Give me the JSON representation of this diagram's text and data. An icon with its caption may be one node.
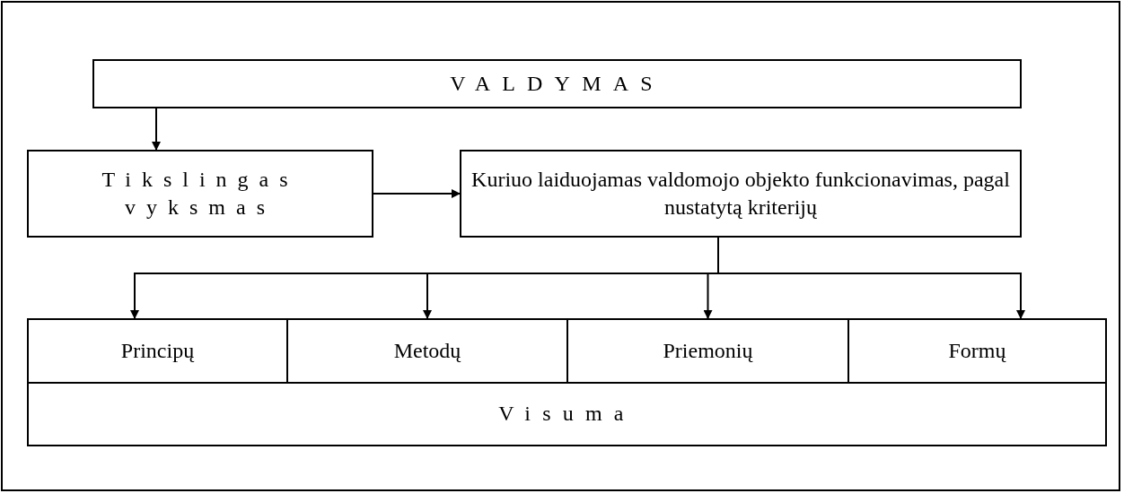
{
  "diagram": {
    "nodes": [
      {
        "text": [
          "VALDYMAS"
        ]
      },
      {
        "text": [
          "Tikslingas vyksmas"
        ]
      },
      {
        "text": [
          "Kuriuo laiduojamas valdomojo objekto funkcionavimas, pagal nustatytą kriterijų"
        ]
      },
      {
        "text": [
          "Principų"
        ]
      },
      {
        "text": [
          "Metodų"
        ]
      },
      {
        "text": [
          "Priemonių"
        ]
      },
      {
        "text": [
          "Formų"
        ]
      },
      {
        "text": [
          "Visuma"
        ]
      }
    ],
    "edges": [
      {
        "from": 0,
        "to": 1,
        "arrow": "to"
      },
      {
        "from": 1,
        "to": 2,
        "arrow": "to"
      },
      {
        "from": 2,
        "to": 3,
        "arrow": "to"
      },
      {
        "from": 2,
        "to": 4,
        "arrow": "to"
      },
      {
        "from": 2,
        "to": 5,
        "arrow": "to"
      },
      {
        "from": 2,
        "to": 6,
        "arrow": "to"
      }
    ]
  }
}
